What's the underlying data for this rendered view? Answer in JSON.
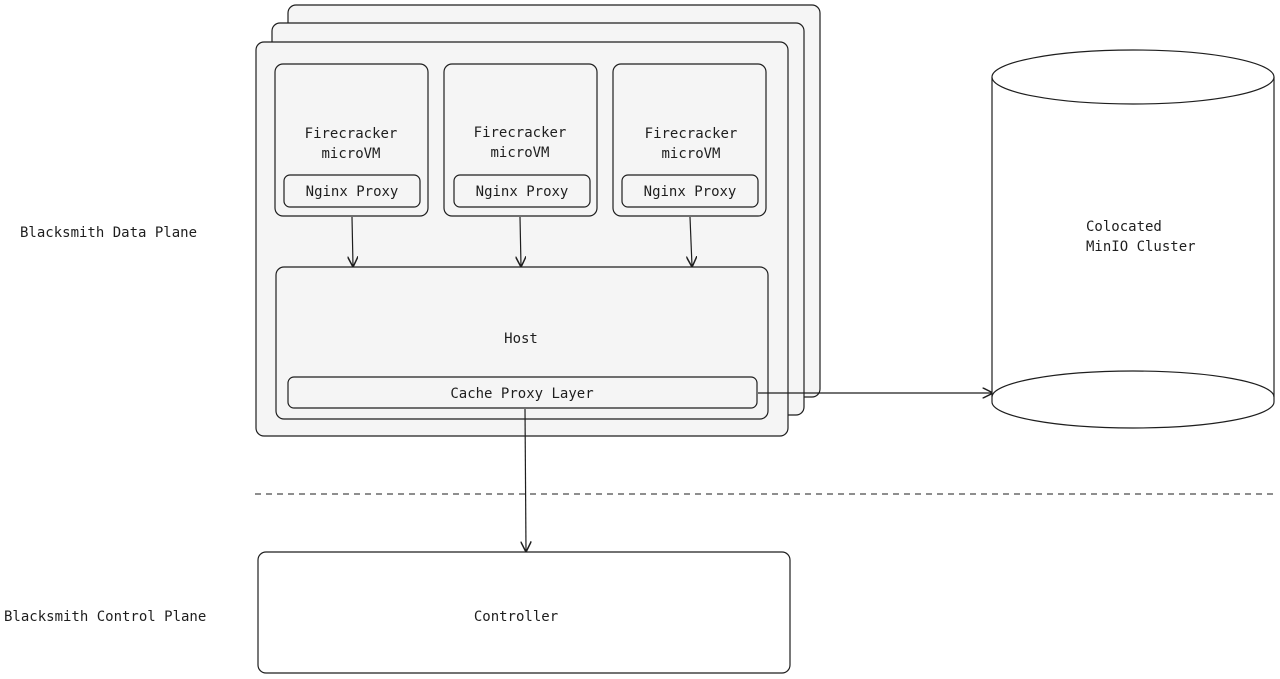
{
  "labels": {
    "data_plane": "Blacksmith Data Plane",
    "control_plane": "Blacksmith Control Plane"
  },
  "vms": [
    {
      "title_line1": "Firecracker",
      "title_line2": "microVM",
      "proxy": "Nginx Proxy"
    },
    {
      "title_line1": "Firecracker",
      "title_line2": "microVM",
      "proxy": "Nginx Proxy"
    },
    {
      "title_line1": "Firecracker",
      "title_line2": "microVM",
      "proxy": "Nginx Proxy"
    }
  ],
  "host": {
    "label": "Host",
    "cache_layer": "Cache Proxy Layer"
  },
  "storage": {
    "line1": "Colocated",
    "line2": "MinIO Cluster"
  },
  "controller": {
    "label": "Controller"
  },
  "colors": {
    "stroke": "#1e1e1e",
    "fill": "#f5f5f5",
    "background": "#ffffff"
  }
}
